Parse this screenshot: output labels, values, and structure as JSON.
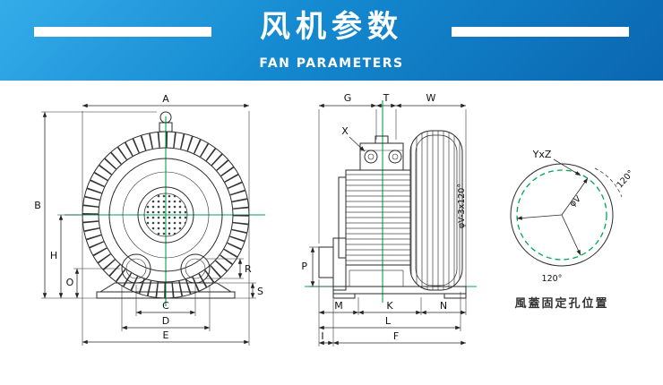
{
  "header": {
    "title": "风机参数",
    "subtitle": "FAN PARAMETERS"
  },
  "front_view": {
    "a": "A",
    "b": "B",
    "h": "H",
    "o": "O",
    "c": "C",
    "d": "D",
    "e": "E",
    "r": "R",
    "s": "S"
  },
  "side_view": {
    "g": "G",
    "t": "T",
    "w": "W",
    "x": "X",
    "p": "P",
    "m": "M",
    "k": "K",
    "n": "N",
    "l": "L",
    "f": "F",
    "i": "I",
    "phi_annotation": "φV-3x120°"
  },
  "hole_diagram": {
    "bolt_label": "YxZ",
    "angle_top": "120°",
    "diameter_label": "φV",
    "angle_bottom": "120°",
    "caption": "風蓋固定孔位置"
  },
  "colors": {
    "header_gradient_top": "#35ace9",
    "header_gradient_bottom": "#0a66b0",
    "centerline_green": "#00a651",
    "drawing_line": "#2a2a2a"
  }
}
